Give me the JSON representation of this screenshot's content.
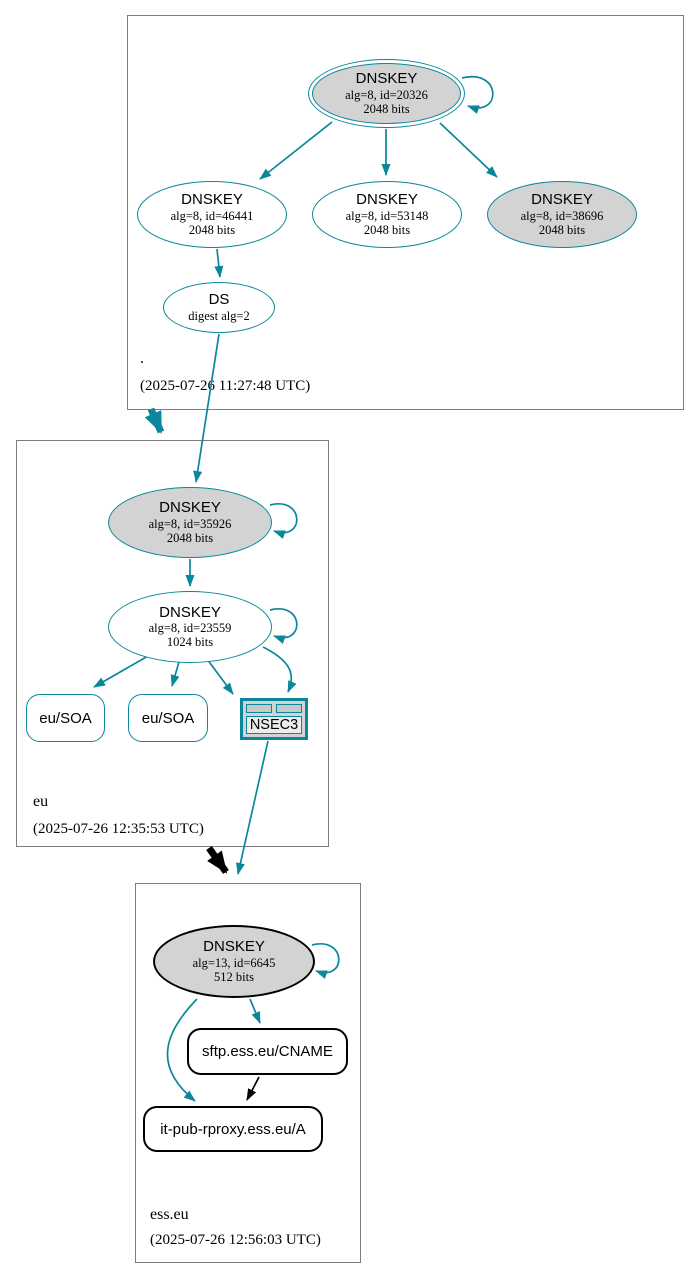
{
  "diagram": {
    "type": "dnssec-authentication-chain",
    "colors": {
      "secure_teal": "#0a879a",
      "node_gray_fill": "#d3d3d3",
      "black": "#000000",
      "zone_box_border": "#7d7d7d"
    }
  },
  "zones": [
    {
      "name": ".",
      "timestamp": "(2025-07-26 11:27:48 UTC)",
      "nodes": {
        "ksk": {
          "title": "DNSKEY",
          "line2": "alg=8, id=20326",
          "line3": "2048 bits"
        },
        "zsk1": {
          "title": "DNSKEY",
          "line2": "alg=8, id=46441",
          "line3": "2048 bits"
        },
        "zsk2": {
          "title": "DNSKEY",
          "line2": "alg=8, id=53148",
          "line3": "2048 bits"
        },
        "zsk3": {
          "title": "DNSKEY",
          "line2": "alg=8, id=38696",
          "line3": "2048 bits"
        },
        "ds": {
          "title": "DS",
          "line2": "digest alg=2"
        }
      }
    },
    {
      "name": "eu",
      "timestamp": "(2025-07-26 12:35:53 UTC)",
      "nodes": {
        "ksk": {
          "title": "DNSKEY",
          "line2": "alg=8, id=35926",
          "line3": "2048 bits"
        },
        "zsk": {
          "title": "DNSKEY",
          "line2": "alg=8, id=23559",
          "line3": "1024 bits"
        },
        "soa1": {
          "label": "eu/SOA"
        },
        "soa2": {
          "label": "eu/SOA"
        },
        "nsec3": {
          "label": "NSEC3"
        }
      }
    },
    {
      "name": "ess.eu",
      "timestamp": "(2025-07-26 12:56:03 UTC)",
      "nodes": {
        "ksk": {
          "title": "DNSKEY",
          "line2": "alg=13, id=6645",
          "line3": "512 bits"
        },
        "cname": {
          "label": "sftp.ess.eu/CNAME"
        },
        "a": {
          "label": "it-pub-rproxy.ess.eu/A"
        }
      }
    }
  ]
}
